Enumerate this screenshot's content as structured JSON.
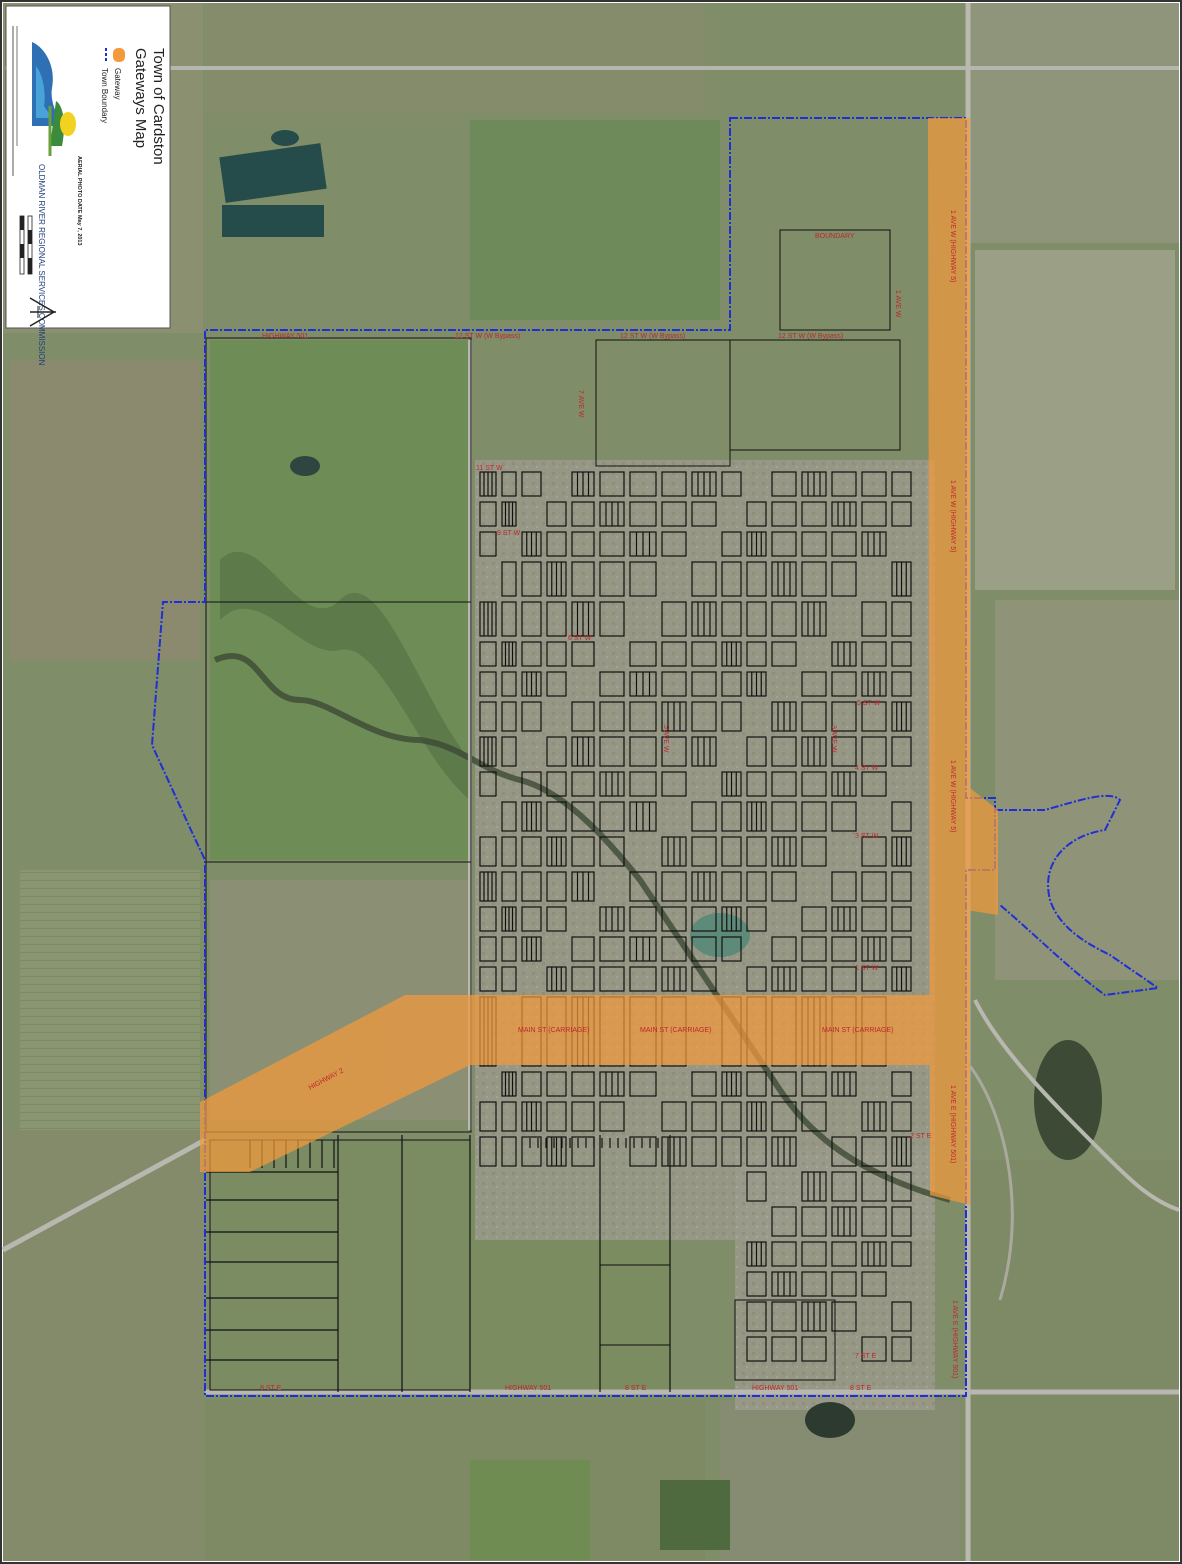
{
  "legend": {
    "title_line1": "Town of Cardston",
    "title_line2": "Gateways Map",
    "items": [
      {
        "label": "Gateway",
        "color": "#f39a3c"
      },
      {
        "label": "Town Boundary",
        "color": "#1f2fd6"
      }
    ],
    "photo_date": "AERIAL PHOTO DATE May 7, 2013",
    "agency": "OLDMAN RIVER REGIONAL SERVICES COMMISSION"
  },
  "colors": {
    "gateway": "#f39a3c",
    "boundary": "#1f2fd6",
    "street_label": "#c0262d",
    "parcel_line": "#111111",
    "aerial_base": "#7f8d69"
  },
  "street_labels": {
    "ave_1_w_hwy5_n": "1 AVE W (HIGHWAY 5)",
    "ave_1_w_hwy5_mid": "1 AVE W (HIGHWAY 5)",
    "ave_1_w_hwy5_s": "1 AVE W (HIGHWAY 5)",
    "ave_1_e_hwy501": "1 AVE E (HIGHWAY 501)",
    "ave_1_e_hwy501_s": "1 AVE E (HIGHWAY 501)",
    "main_st_1": "MAIN ST (CARRIAGE)",
    "main_st_2": "MAIN ST (CARRIAGE)",
    "main_st_3": "MAIN ST (CARRIAGE)",
    "hwy2": "HIGHWAY 2",
    "hwy501_w": "HIGHWAY 501",
    "hwy501_e": "HIGHWAY 501",
    "st12_bypass_1": "12 ST W (W Bypass)",
    "st12_bypass_2": "12 ST W (W Bypass)",
    "st12_bypass_3": "12 ST W (W Bypass)",
    "highway_left": "HIGHWAY 501",
    "boundary_st": "BOUNDARY",
    "st_8e_1": "8 ST E",
    "st_8e_2": "8 ST E",
    "st_8e_3": "8 ST E",
    "st_7e": "7 ST E",
    "st_2e": "2 ST E",
    "st_6w": "6 ST W",
    "st_5w": "5 ST W",
    "st_4w": "4 ST W",
    "st_3w": "3 ST W",
    "st_1w": "1 ST W",
    "st_11w": "11 ST W",
    "st_9w": "9 ST W",
    "ave_1w": "1 AVE W",
    "ave_3w": "3 AVE W",
    "ave_5w": "5 AVE W",
    "ave_7w": "7 AVE W"
  }
}
